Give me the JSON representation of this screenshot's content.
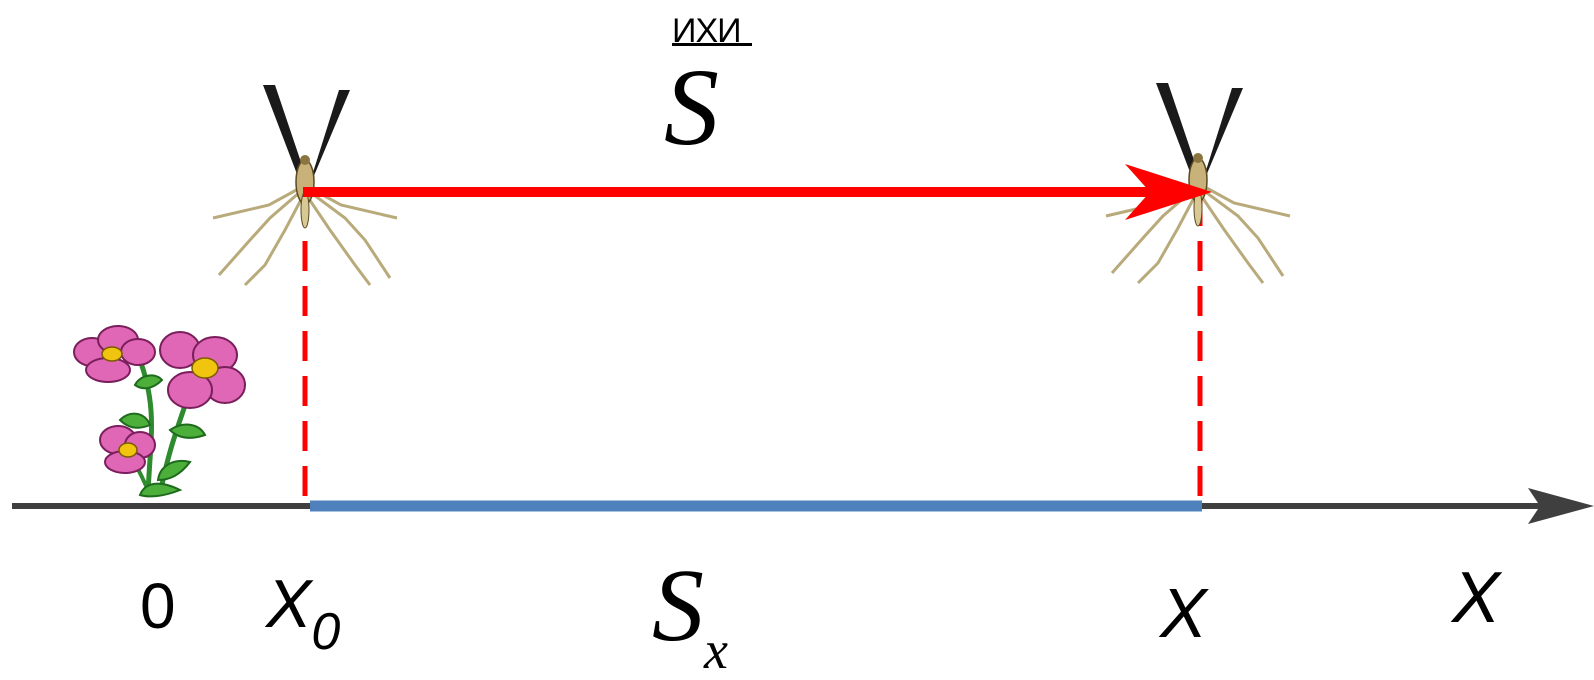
{
  "labels": {
    "origin": "0",
    "x0_main": "X",
    "x0_sub": "0",
    "x_point": "X",
    "x_axis": "X",
    "s_vector": "S",
    "s_vector_mark": "ИХИ",
    "sx_main": "S",
    "sx_sub": "x"
  },
  "colors": {
    "axis": "#3f3f3f",
    "displacement_vector": "#ff0000",
    "projection_lines": "#ff0000",
    "projection_segment": "#4f81bd"
  },
  "icons": {
    "start_insect": "mosquito-icon",
    "end_insect": "mosquito-icon",
    "plant": "flower-icon"
  }
}
